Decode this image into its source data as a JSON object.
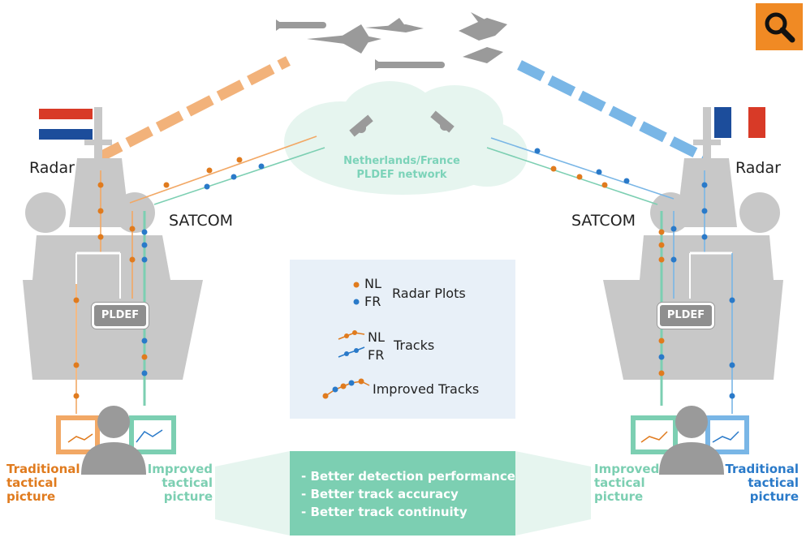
{
  "labels": {
    "radar_left": "Radar",
    "radar_right": "Radar",
    "satcom_left": "SATCOM",
    "satcom_right": "SATCOM",
    "pldef_left": "PLDEF",
    "pldef_right": "PLDEF",
    "network_line1": "Netherlands/France",
    "network_line2": "PLDEF network",
    "traditional_left": [
      "Traditional",
      "tactical",
      "picture"
    ],
    "improved_left": [
      "Improved",
      "tactical",
      "picture"
    ],
    "improved_right": [
      "Improved",
      "tactical",
      "picture"
    ],
    "traditional_right": [
      "Traditional",
      "tactical",
      "picture"
    ]
  },
  "legend": {
    "nl": "NL",
    "fr": "FR",
    "radar_plots": "Radar Plots",
    "tracks_nl": "NL",
    "tracks_fr": "FR",
    "tracks": "Tracks",
    "improved_tracks": "Improved Tracks"
  },
  "benefits": [
    "- Better detection performance",
    "- Better track accuracy",
    "- Better track continuity"
  ],
  "colors": {
    "nl_orange": "#e07b1e",
    "fr_blue": "#2a7ac9",
    "improved_green": "#7ccfb2",
    "ship_gray": "#c8c8c8",
    "cloud": "#e6f5ef",
    "legend_bg": "#e8f0f8",
    "search_button": "#f08a24"
  },
  "icons": {
    "search": "search-icon",
    "satellite": "satellite-icon",
    "flag_nl": "flag-netherlands-icon",
    "flag_fr": "flag-france-icon"
  }
}
